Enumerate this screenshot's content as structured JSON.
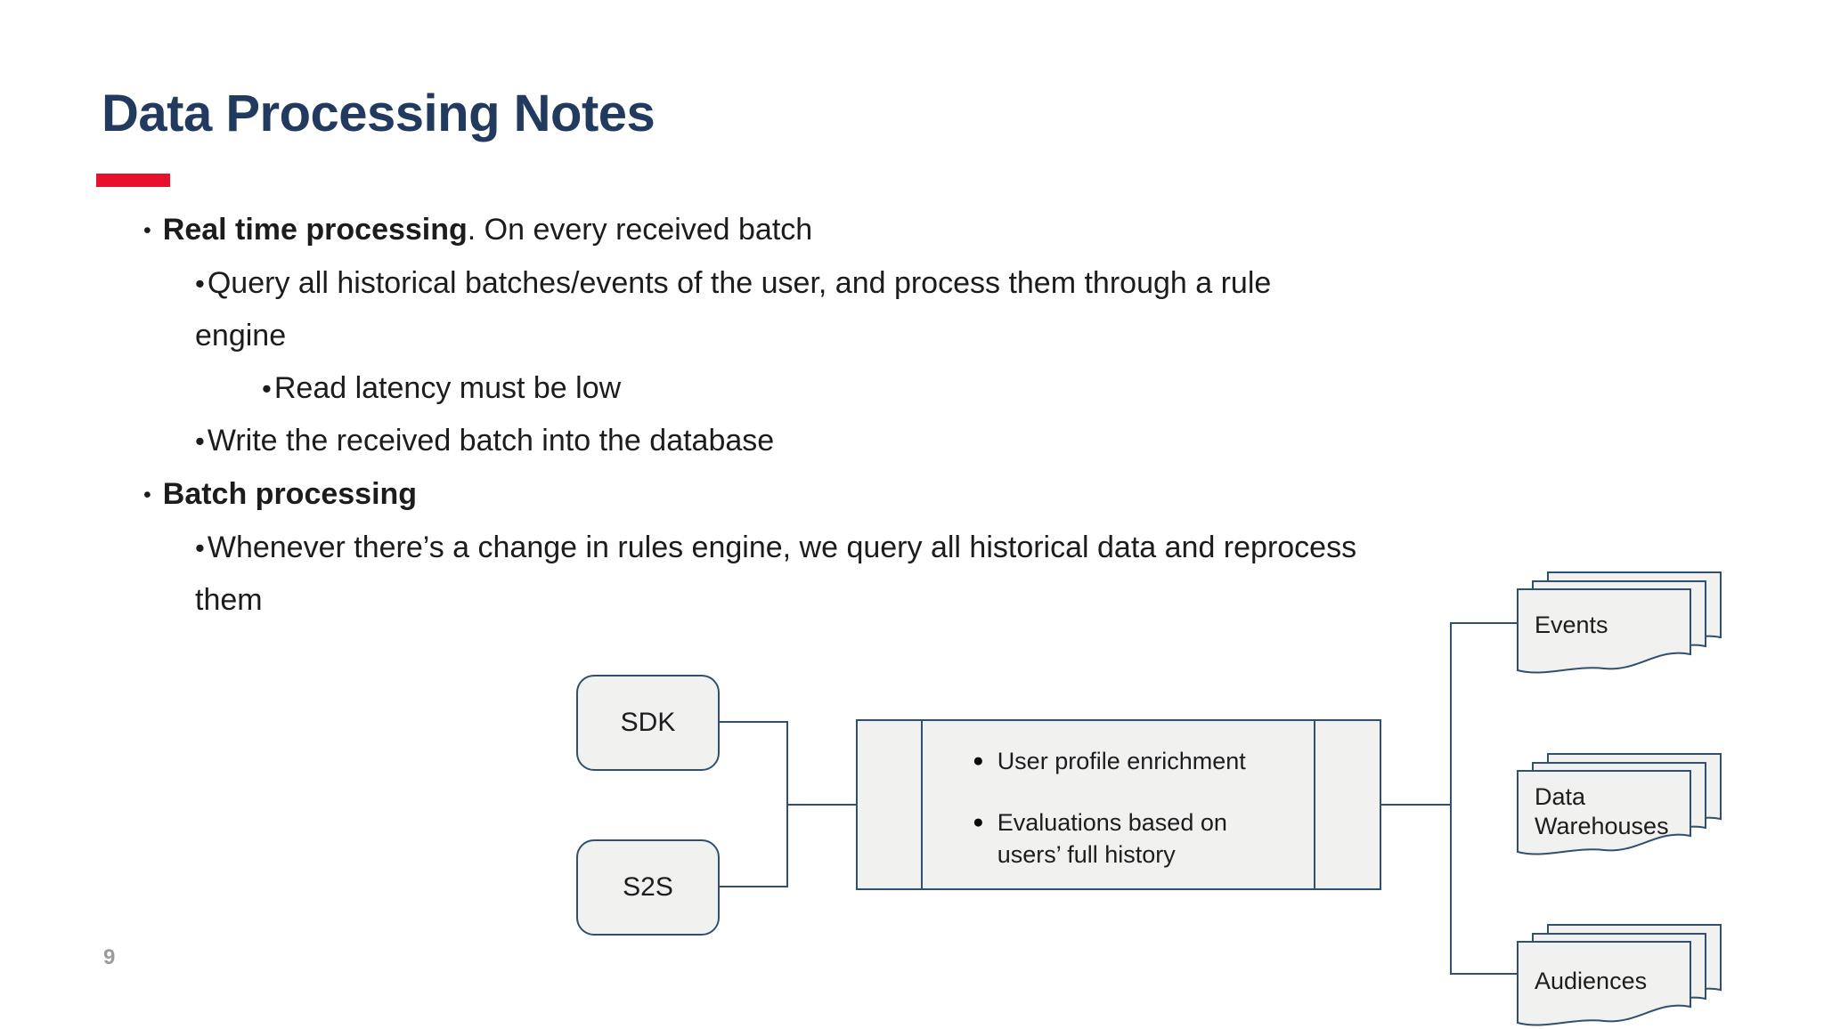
{
  "slide": {
    "title": "Data Processing Notes",
    "page_number": "9",
    "colors": {
      "accent_red": "#E8112D",
      "title_navy": "#223A5E",
      "diagram_border_navy": "#31506F",
      "shape_fill_gray": "#F1F1EF",
      "body_text": "#1C1C1E",
      "page_number_gray": "#9B9B9B"
    }
  },
  "bullets": {
    "glyph": "•",
    "items": [
      {
        "level": 1,
        "bold": "Real time processing",
        "rest": ". On every received batch"
      },
      {
        "level": 2,
        "line1": "Query all historical batches/events of the user, and process them through a rule",
        "line2": "engine"
      },
      {
        "level": 3,
        "text": "Read latency must be low"
      },
      {
        "level": 2,
        "text": "Write the received batch into the database"
      },
      {
        "level": 1,
        "bold": "Batch processing",
        "rest": ""
      },
      {
        "level": 2,
        "line1": "Whenever there’s a change in rules engine, we query all historical data and reprocess",
        "line2": "them"
      }
    ]
  },
  "diagram": {
    "sources": {
      "sdk_label": "SDK",
      "s2s_label": "S2S"
    },
    "process": {
      "glyph": "●",
      "item1": "User profile enrichment",
      "item2_line1": "Evaluations based on",
      "item2_line2": "users’ full history"
    },
    "outputs": {
      "events_label": "Events",
      "warehouse_label_line1": "Data",
      "warehouse_label_line2": "Warehouses",
      "audiences_label": "Audiences"
    }
  }
}
